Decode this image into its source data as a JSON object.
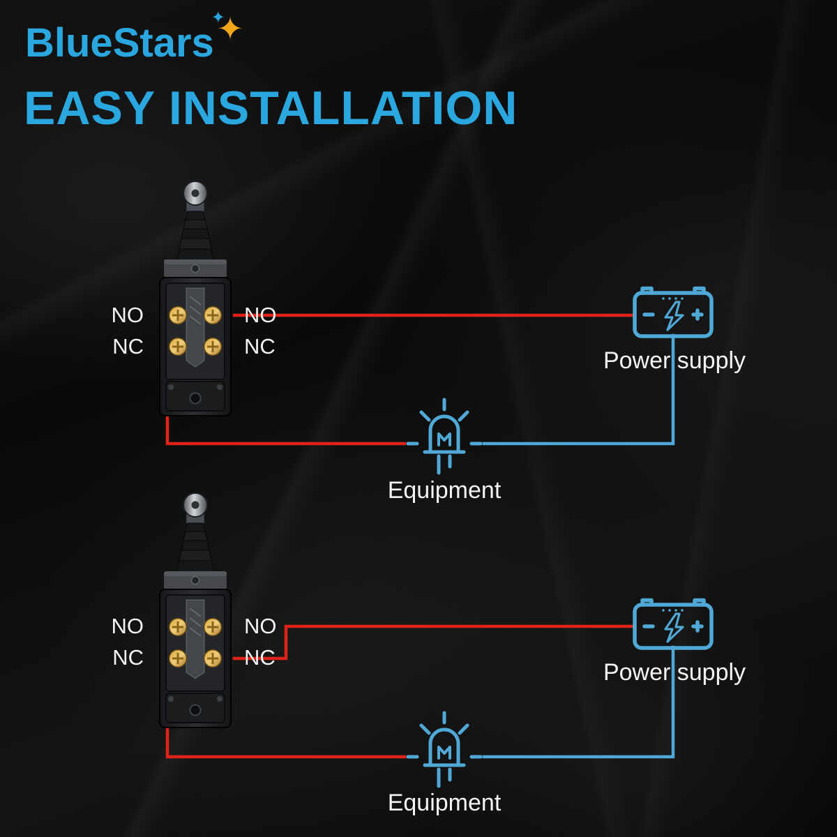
{
  "brand": {
    "part1": "Blue",
    "part2": "Stars",
    "star_icon": "sparkle-star"
  },
  "heading": "EASY INSTALLATION",
  "colors": {
    "brand_blue": "#2BA7E0",
    "heading_blue": "#2BA7E0",
    "star_gold": "#F2A71B",
    "wire_red": "#E02318",
    "wire_blue": "#4FA8D5",
    "icon_blue": "#4FA8D5",
    "text_white": "#F3F4F5"
  },
  "diagrams": [
    {
      "name": "normally-open-wiring",
      "switch_image": "limit-switch-roller-lever-photo",
      "labels": {
        "no_left": "NO",
        "nc_left": "NC",
        "no_right": "NO",
        "nc_right": "NC"
      },
      "power_supply": "Power supply",
      "equipment": "Equipment",
      "power_icon": "battery-icon",
      "equipment_icon": "led-icon"
    },
    {
      "name": "normally-closed-wiring",
      "switch_image": "limit-switch-roller-lever-photo",
      "labels": {
        "no_left": "NO",
        "nc_left": "NC",
        "no_right": "NO",
        "nc_right": "NC"
      },
      "power_supply": "Power supply",
      "equipment": "Equipment",
      "power_icon": "battery-icon",
      "equipment_icon": "led-icon"
    }
  ]
}
